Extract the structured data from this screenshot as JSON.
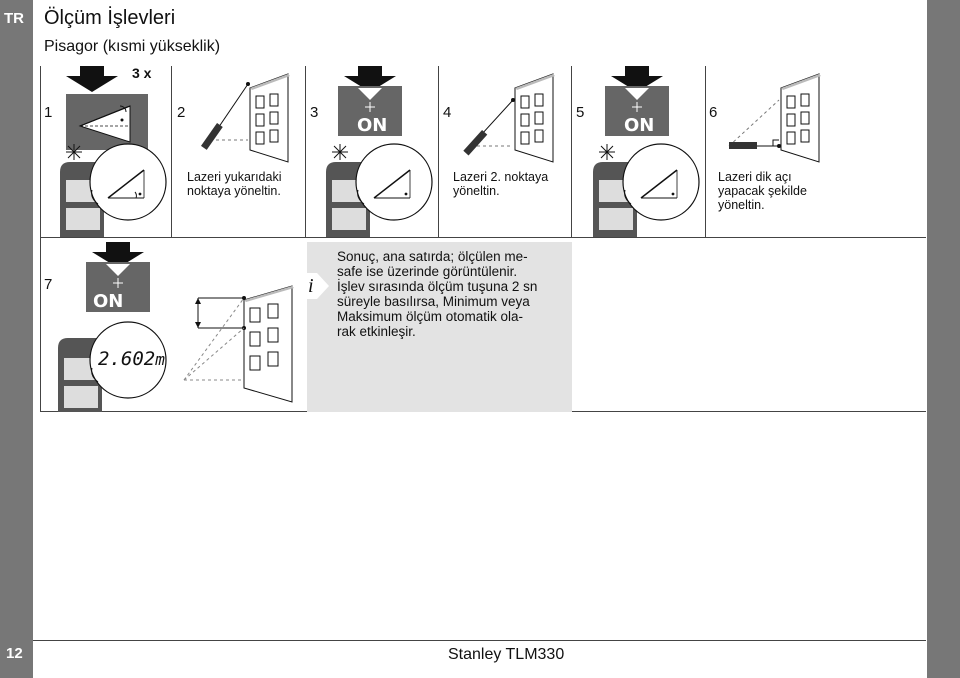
{
  "sidebar": {
    "lang": "TR",
    "page_number": "12"
  },
  "header": {
    "title": "Ölçüm İşlevleri",
    "subtitle": "Pisagor (kısmi yükseklik)"
  },
  "steps": [
    {
      "num": "1",
      "press_label": "3 x",
      "caption": ""
    },
    {
      "num": "2",
      "caption": "Lazeri yukarıdaki noktaya yöneltin."
    },
    {
      "num": "3",
      "button_label": "ON",
      "caption": ""
    },
    {
      "num": "4",
      "caption": "Lazeri 2. noktaya yöneltin."
    },
    {
      "num": "5",
      "button_label": "ON",
      "caption": ""
    },
    {
      "num": "6",
      "caption": "Lazeri dik açı yapacak şekilde yöneltin."
    },
    {
      "num": "7",
      "button_label": "ON",
      "display_value": "2.602",
      "display_unit": "m"
    }
  ],
  "info": {
    "icon": "i",
    "lines": [
      "Sonuç, ana satırda; ölçülen me-",
      "safe ise üzerinde görüntülenir.",
      "İşlev sırasında ölçüm tuşuna 2 sn",
      "süreyle basılırsa, Minimum veya",
      "Maksimum ölçüm otomatik ola-",
      "rak etkinleşir."
    ]
  },
  "footer": {
    "text": "Stanley TLM330"
  },
  "colors": {
    "side_bar": "#777777",
    "info_bg": "#e3e3e3",
    "device_dark": "#555555"
  }
}
